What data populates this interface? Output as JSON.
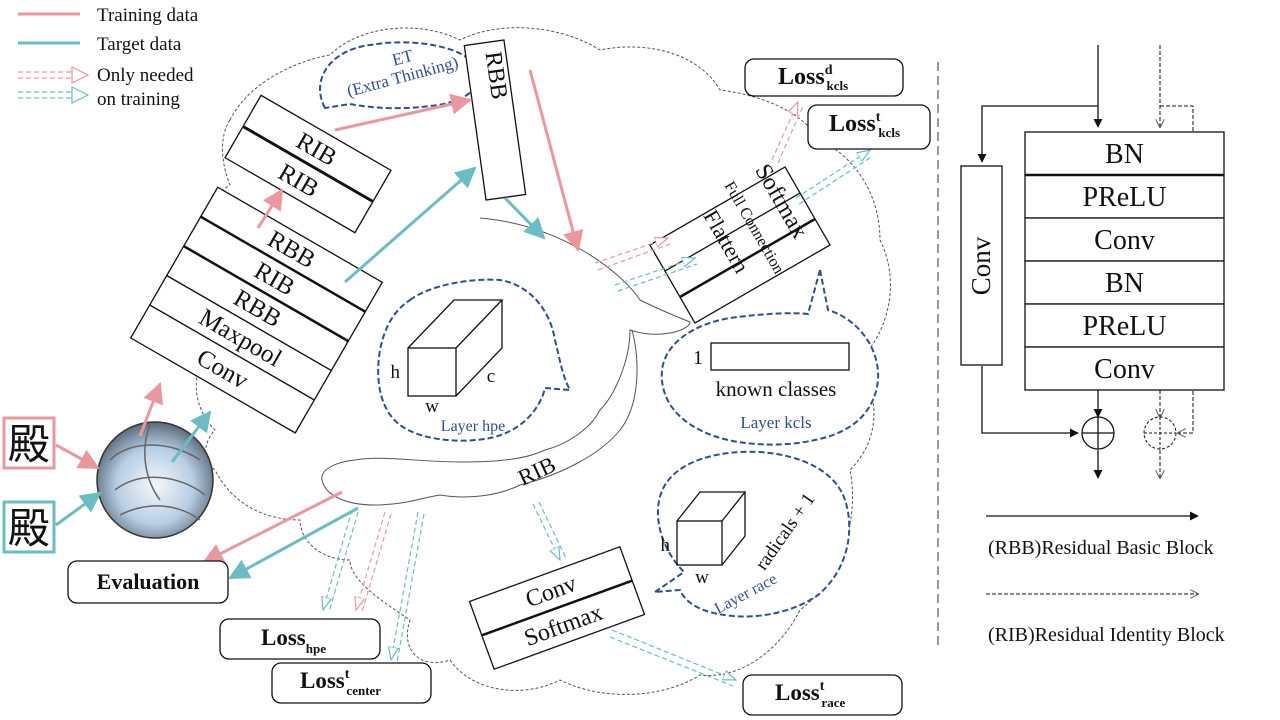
{
  "legend": {
    "training": "Training data",
    "target": "Target data",
    "only_needed_line1": "Only needed",
    "only_needed_line2": "on training"
  },
  "colors": {
    "training": "#ea98a0",
    "target": "#6bbcc3",
    "bubble": "#2e4e8c",
    "cloud": "#555555"
  },
  "inputs": {
    "char_training": "殿",
    "char_target": "殿"
  },
  "backbone": {
    "conv": "Conv",
    "maxpool": "Maxpool",
    "rbb1": "RBB",
    "rib1": "RIB",
    "rbb2": "RBB"
  },
  "et_block": {
    "rib_a": "RIB",
    "rib_b": "RIB"
  },
  "et_bubble": {
    "line1": "ET",
    "line2": "(Extra Thinking)"
  },
  "rbb_top": "RBB",
  "classifier": {
    "flattern": "Flattern",
    "full_connection": "Full Connection",
    "softmax": "Softmax"
  },
  "layer_hpe": {
    "h": "h",
    "w": "w",
    "c": "c",
    "caption": "Layer hpe"
  },
  "layer_kcls": {
    "one": "1",
    "known": "known classes",
    "caption": "Layer kcls"
  },
  "layer_race": {
    "h": "h",
    "w": "w",
    "radicals": "radicals + 1",
    "caption": "Layer race"
  },
  "rib_center": "RIB",
  "race_block": {
    "conv": "Conv",
    "softmax": "Softmax"
  },
  "losses": {
    "kcls_d": {
      "base": "Loss",
      "sup": "d",
      "sub": "kcls"
    },
    "kcls_t": {
      "base": "Loss",
      "sup": "t",
      "sub": "kcls"
    },
    "hpe": {
      "base": "Loss",
      "sup": "",
      "sub": "hpe"
    },
    "center_t": {
      "base": "Loss",
      "sup": "t",
      "sub": "center"
    },
    "race_t": {
      "base": "Loss",
      "sup": "t",
      "sub": "race"
    }
  },
  "evaluation": "Evaluation",
  "residual": {
    "side_conv": "Conv",
    "stack": [
      "BN",
      "PReLU",
      "Conv",
      "BN",
      "PReLU",
      "Conv"
    ],
    "rbb_label": "(RBB)Residual Basic Block",
    "rib_label": "(RIB)Residual Identity Block"
  }
}
